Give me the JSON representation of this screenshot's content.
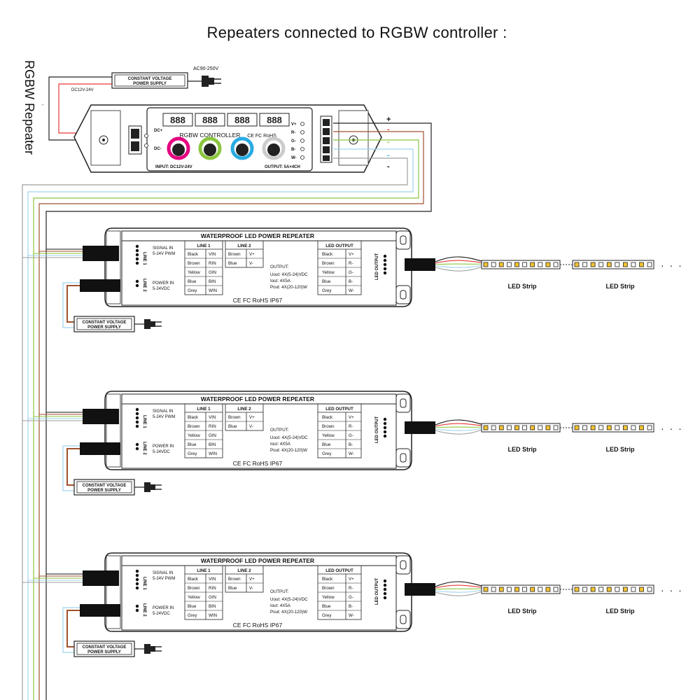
{
  "title": "Repeaters connected to RGBW controller :",
  "side_label": "RGBW Repeater",
  "controller": {
    "supply_label_1": "CONSTANT VOLTAGE",
    "supply_label_2": "POWER SUPPLY",
    "ac_label": "AC90-250V",
    "dc_label": "DC12V-24V",
    "name": "RGBW  CONTROLLER",
    "marks": "CE FC RoHS",
    "dc_plus": "DC+",
    "dc_minus": "DC-",
    "input": "INPUT: DC12V-24V",
    "output": "OUTPUT: 5A×4CH",
    "display": "888",
    "terminals": [
      "V+",
      "R-",
      "G-",
      "B-",
      "W-"
    ],
    "plus": "+",
    "minus": "-",
    "knob_colors": [
      "#e4007f",
      "#8cc63f",
      "#29abe2",
      "#cccccc"
    ]
  },
  "repeater": {
    "title": "WATERPROOF LED POWER REPEATER",
    "signal_in_1": "SIGNAL IN",
    "signal_in_2": "5-24V PWM",
    "power_in_1": "POWER IN",
    "power_in_2": "5-24VDC",
    "line1_side": "LINE 1",
    "line2_side": "LINE 2",
    "line1_header": "LINE 1",
    "line2_header": "LINE 2",
    "line1_rows": [
      [
        "Black",
        "VIN"
      ],
      [
        "Brown",
        "RIN"
      ],
      [
        "Yellow",
        "GIN"
      ],
      [
        "Blue",
        "BIN"
      ],
      [
        "Grey",
        "WIN"
      ]
    ],
    "line2_rows": [
      [
        "Brown",
        "V+"
      ],
      [
        "Blue",
        "V-"
      ]
    ],
    "output_label": "OUTPUT:",
    "uout": "Uout: 4X(5-24)VDC",
    "iout": "Iout: 4X5A",
    "pout": "Pout: 4X(20-120)W",
    "led_output_header": "LED OUTPUT",
    "led_output_rows": [
      [
        "Black",
        "V+"
      ],
      [
        "Brown",
        "R-"
      ],
      [
        "Yellow",
        "G-"
      ],
      [
        "Blue",
        "B-"
      ],
      [
        "Grey",
        "W-"
      ]
    ],
    "led_output_side": "LED OUTPUT",
    "marks": "CE  FC  RoHS  IP67",
    "supply_label_1": "CONSTANT VOLTAGE",
    "supply_label_2": "POWER SUPPLY",
    "strip_label": "LED Strip",
    "ellipsis": "· · ·"
  },
  "wire_colors": {
    "red": "#e53935",
    "green": "#8cc63f",
    "blue": "#9fd3ee",
    "brown": "#a0522d",
    "black": "#111111",
    "grey": "#9e9e9e"
  }
}
